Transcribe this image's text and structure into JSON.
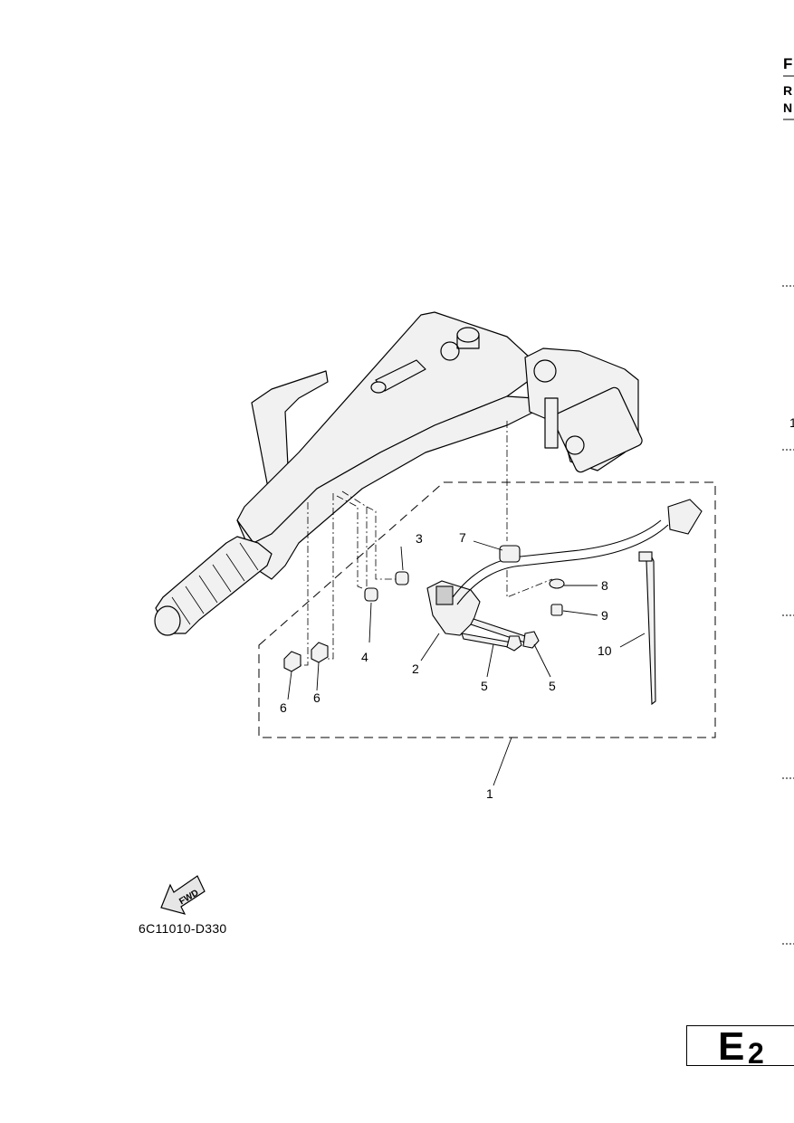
{
  "edge_letters": [
    "F",
    "R",
    "N",
    "1"
  ],
  "callouts": [
    {
      "id": "callout-1",
      "text": "1"
    },
    {
      "id": "callout-2",
      "text": "2"
    },
    {
      "id": "callout-3",
      "text": "3"
    },
    {
      "id": "callout-4",
      "text": "4"
    },
    {
      "id": "callout-5a",
      "text": "5"
    },
    {
      "id": "callout-5b",
      "text": "5"
    },
    {
      "id": "callout-6a",
      "text": "6"
    },
    {
      "id": "callout-6b",
      "text": "6"
    },
    {
      "id": "callout-7",
      "text": "7"
    },
    {
      "id": "callout-8",
      "text": "8"
    },
    {
      "id": "callout-9",
      "text": "9"
    },
    {
      "id": "callout-10",
      "text": "10"
    }
  ],
  "fwd_label": "FWD",
  "drawing_code": "6C11010-D330",
  "page_id": {
    "letter": "E",
    "number": "2"
  }
}
